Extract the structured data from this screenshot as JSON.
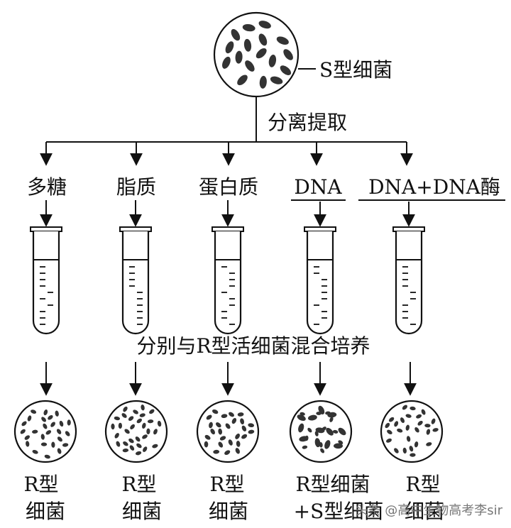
{
  "source_label": "S型细菌",
  "extract_label": "分离提取",
  "components": [
    "多糖",
    "脂质",
    "蛋白质",
    "DNA",
    "DNA+DNA酶"
  ],
  "culture_label": "分别与R型活细菌混合培养",
  "results": [
    [
      "R型",
      "细菌"
    ],
    [
      "R型",
      "细菌"
    ],
    [
      "R型",
      "细菌"
    ],
    [
      "R型细菌",
      "+S型细菌"
    ],
    [
      "R型",
      "细菌"
    ]
  ],
  "watermark": "头条 @高中生物高考李sir",
  "colors": {
    "ink": "#111111",
    "bacteria": "#333333",
    "background": "#ffffff"
  }
}
